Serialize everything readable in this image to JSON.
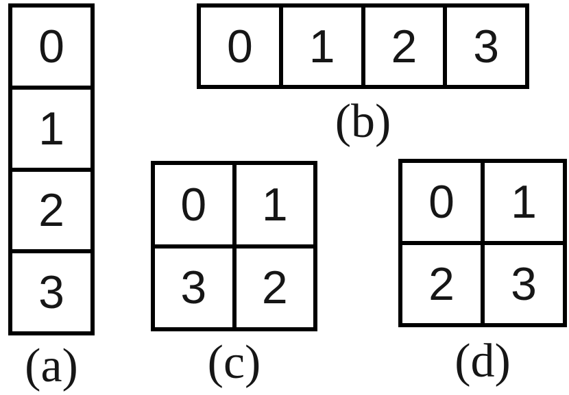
{
  "colors": {
    "background": "#ffffff",
    "line": "#000000",
    "text": "#161616"
  },
  "panels": [
    {
      "id": "a",
      "caption": "(a)",
      "layout": "4x1",
      "rows": 4,
      "cols": 1,
      "cells": [
        "0",
        "1",
        "2",
        "3"
      ]
    },
    {
      "id": "b",
      "caption": "(b)",
      "layout": "1x4",
      "rows": 1,
      "cols": 4,
      "cells": [
        "0",
        "1",
        "2",
        "3"
      ]
    },
    {
      "id": "c",
      "caption": "(c)",
      "layout": "2x2",
      "rows": 2,
      "cols": 2,
      "cells": [
        "0",
        "1",
        "3",
        "2"
      ]
    },
    {
      "id": "d",
      "caption": "(d)",
      "layout": "2x2",
      "rows": 2,
      "cols": 2,
      "cells": [
        "0",
        "1",
        "2",
        "3"
      ]
    }
  ]
}
